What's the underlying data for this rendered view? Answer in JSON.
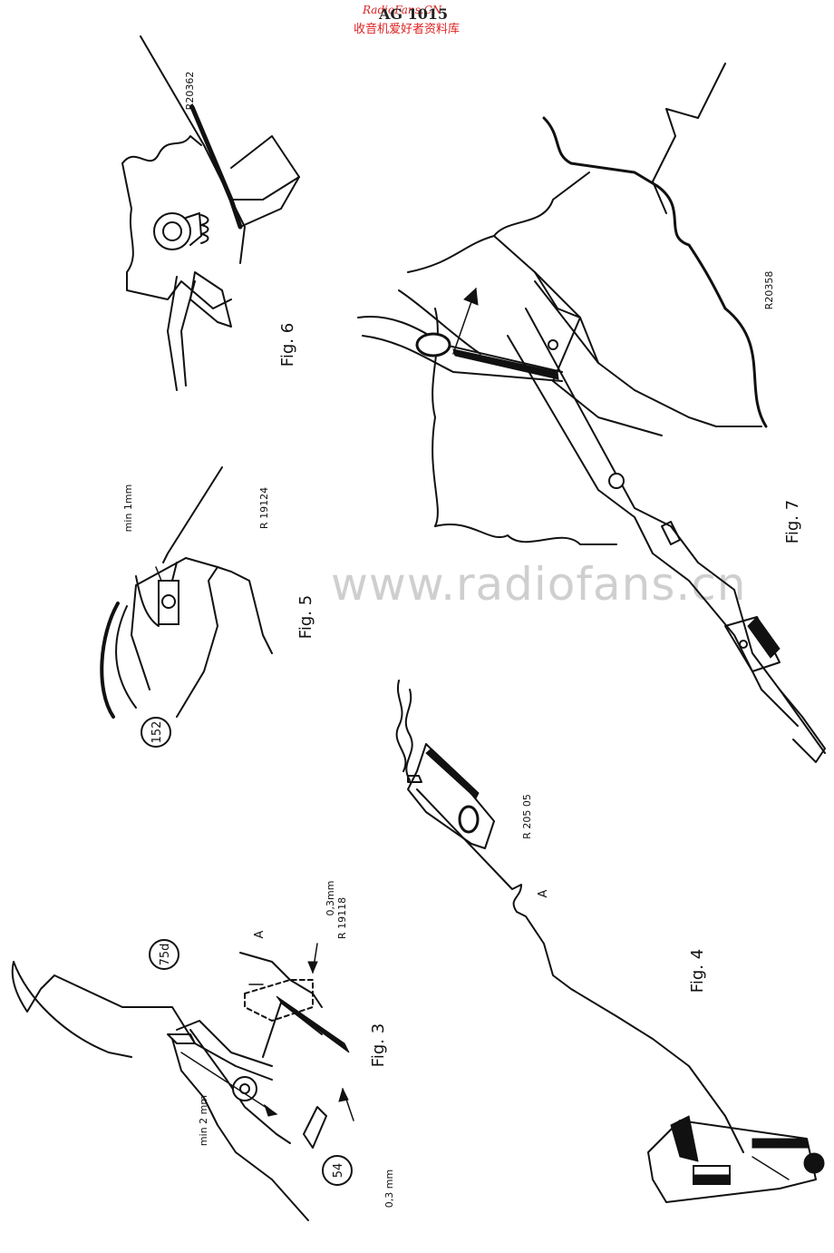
{
  "header": {
    "doc_code": "AG 1015",
    "site_name": "RadioFans.CN",
    "site_cn": "收音机爱好者资料库"
  },
  "watermark": "www.radiofans.cn",
  "figures": [
    {
      "caption": "Fig. 3",
      "ref": "R 19118",
      "labels": [
        "75d",
        "54",
        "A",
        "min 2 mm",
        "0,3mm",
        "0,3 mm"
      ]
    },
    {
      "caption": "Fig. 4",
      "ref": "R 205 05",
      "labels": [
        "A"
      ]
    },
    {
      "caption": "Fig. 5",
      "ref": "R 19124",
      "labels": [
        "152",
        "min 1mm"
      ]
    },
    {
      "caption": "Fig. 6",
      "ref": "R20362",
      "labels": []
    },
    {
      "caption": "Fig. 7",
      "ref": "R20358",
      "labels": []
    }
  ]
}
